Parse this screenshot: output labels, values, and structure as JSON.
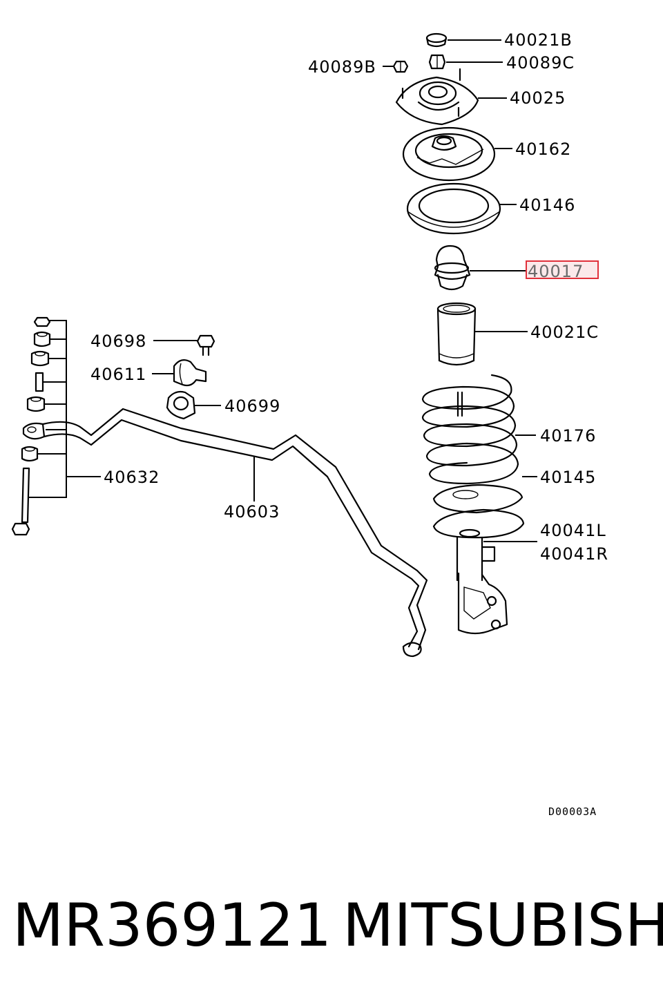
{
  "labels": {
    "l40021b": "40021B",
    "l40089c": "40089C",
    "l40089b": "40089B",
    "l40025": "40025",
    "l40162": "40162",
    "l40146": "40146",
    "l40017": "40017",
    "l40021c": "40021C",
    "l40698": "40698",
    "l40611": "40611",
    "l40699": "40699",
    "l40176": "40176",
    "l40145": "40145",
    "l40632": "40632",
    "l40603": "40603",
    "l40041l": "40041L",
    "l40041r": "40041R"
  },
  "highlight": {
    "label": "40017",
    "color": "#e0303a"
  },
  "drawing_code": "D00003A",
  "footer": {
    "part_number": "MR369121",
    "brand": "MITSUBISHI"
  }
}
